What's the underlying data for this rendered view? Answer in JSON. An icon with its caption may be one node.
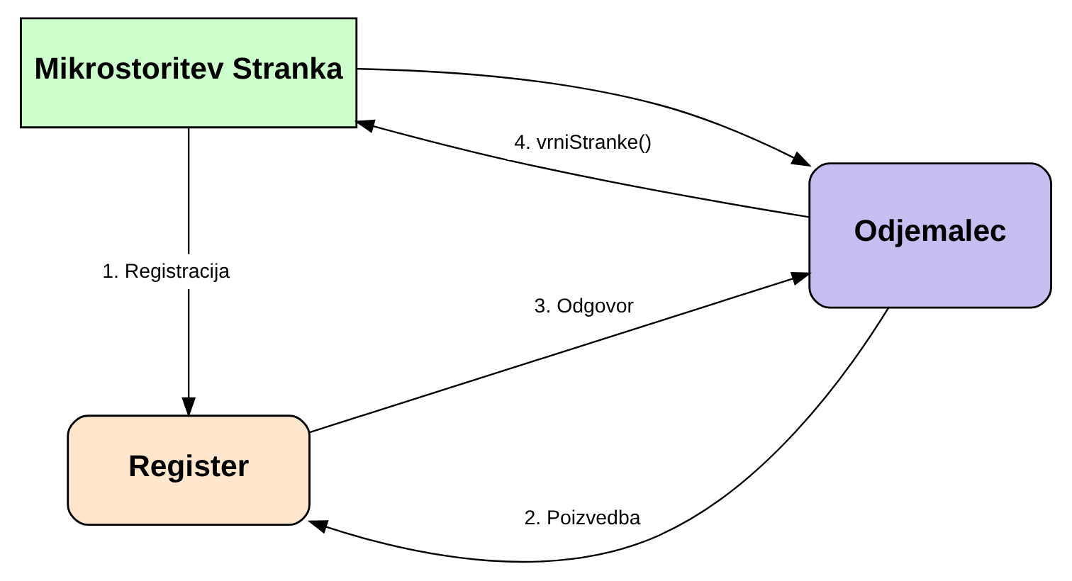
{
  "diagram": {
    "nodes": [
      {
        "text": [
          "Register"
        ]
      },
      {
        "text": [
          "Odjemalec"
        ]
      },
      {
        "text": [
          "Mikrostoritev Stranka"
        ]
      }
    ],
    "edges": [
      {
        "from": 1,
        "to": 0,
        "label": "2. Poizvedba",
        "arrow": "to"
      },
      {
        "from": 0,
        "to": 1,
        "label": "3. Odgovor",
        "arrow": "to"
      },
      {
        "from": 1,
        "to": 2,
        "label": "4. vrniStranke()",
        "arrow": "to"
      },
      {
        "from": 2,
        "to": 1,
        "arrow": "to"
      },
      {
        "from": 2,
        "to": 0,
        "label": "1. Registracija",
        "arrow": "to"
      }
    ]
  }
}
